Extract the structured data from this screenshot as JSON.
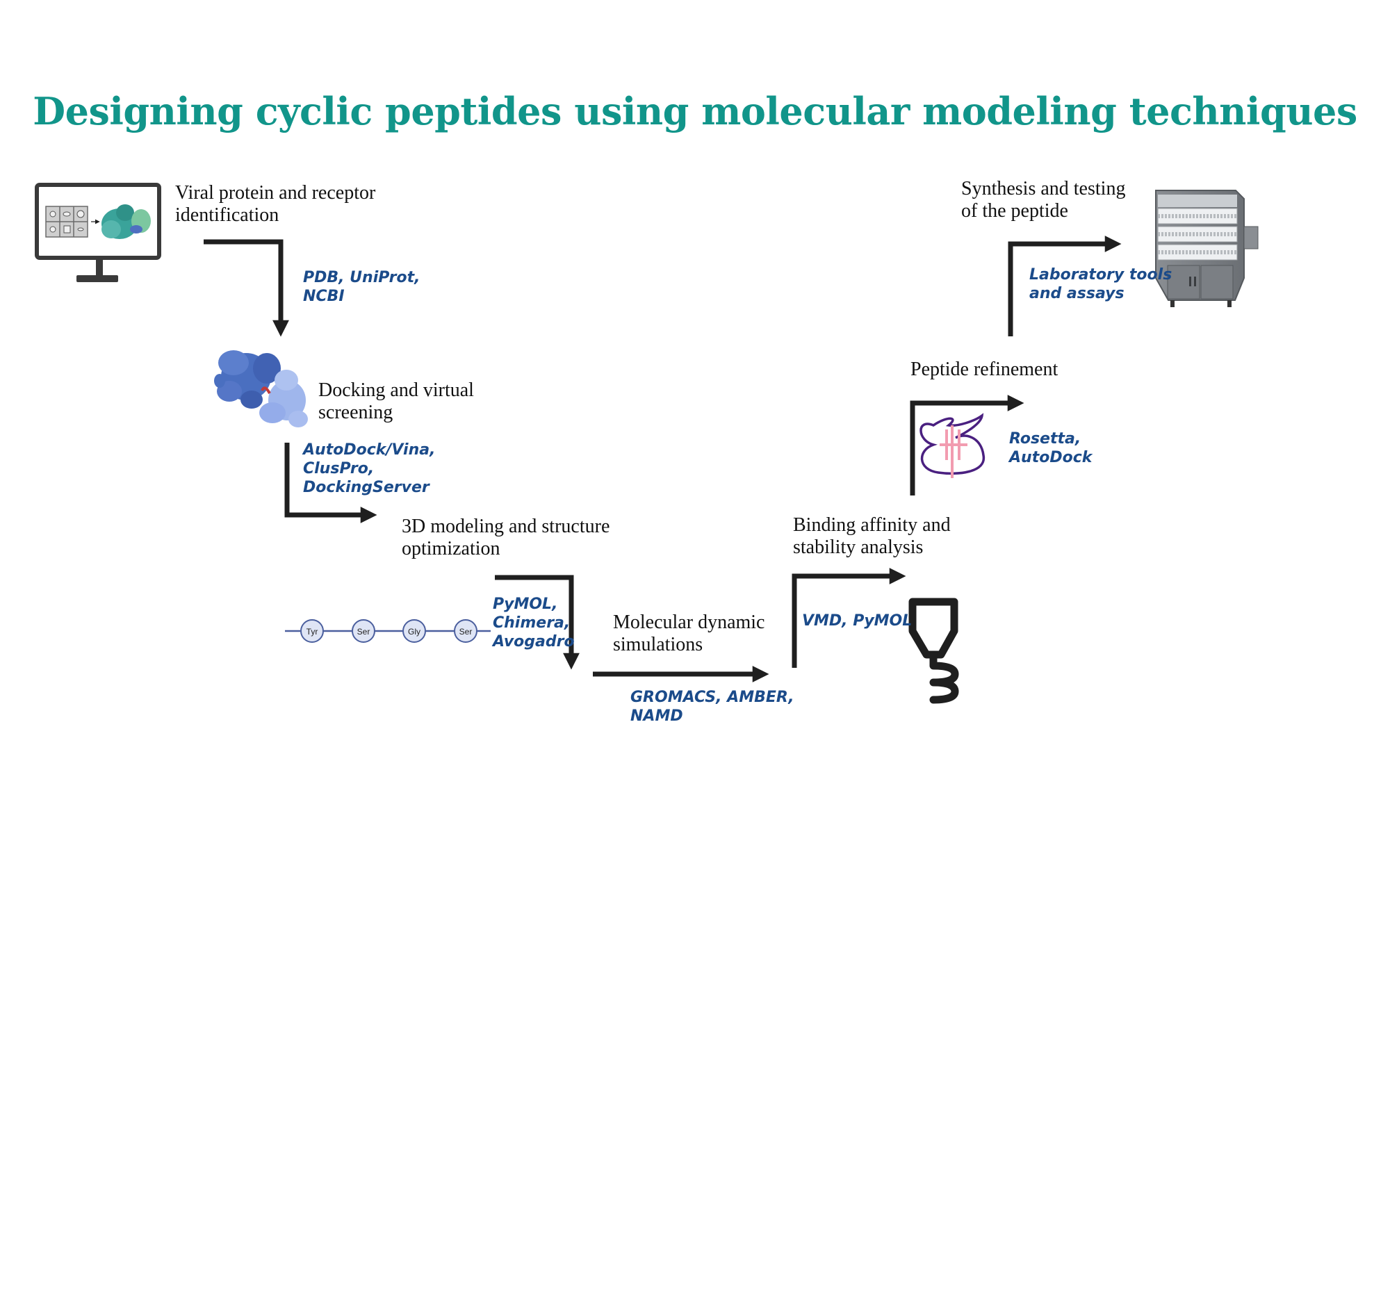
{
  "title": "Designing cyclic peptides using molecular modeling techniques",
  "steps": [
    {
      "id": "viral-protein",
      "lines": [
        "Viral protein and receptor",
        "identification"
      ],
      "tools": [
        "PDB, UniProt,",
        "NCBI"
      ]
    },
    {
      "id": "docking",
      "lines": [
        "Docking and virtual",
        "screening"
      ],
      "tools": [
        "AutoDock/Vina,",
        "ClusPro,",
        "DockingServer"
      ]
    },
    {
      "id": "modeling",
      "lines": [
        "3D modeling and structure",
        "optimization"
      ],
      "tools": [
        "PyMOL,",
        "Chimera,",
        "Avogadro"
      ]
    },
    {
      "id": "dynamics",
      "lines": [
        "Molecular dynamic",
        "simulations"
      ],
      "tools": [
        "GROMACS, AMBER,",
        "NAMD"
      ]
    },
    {
      "id": "binding",
      "lines": [
        "Binding affinity and",
        "stability analysis"
      ],
      "tools": [
        "VMD, PyMOL"
      ]
    },
    {
      "id": "refinement",
      "lines": [
        "Peptide refinement"
      ],
      "tools": [
        "Rosetta,",
        "AutoDock"
      ]
    },
    {
      "id": "synthesis",
      "lines": [
        "Synthesis and testing",
        "of the peptide"
      ],
      "tools": [
        "Laboratory tools",
        "and assays"
      ]
    }
  ],
  "peptide_chain": [
    "Tyr",
    "Ser",
    "Gly",
    "Ser"
  ],
  "colors": {
    "title": "#11958a",
    "tool_text": "#1b4b8a",
    "arrow": "#1f1f1f",
    "protein_dark": "#4a6fc0",
    "protein_light": "#9fb6ec",
    "chain_line": "#4b5f9e",
    "chain_bead": "#dfe5f5",
    "peptide_loop": "#4a2080",
    "peptide_bond": "#f29cb0"
  },
  "icons": [
    "monitor-icon",
    "protein-complex-icon",
    "peptide-chain-icon",
    "cyclic-peptide-icon",
    "binding-symbol-icon",
    "synthesizer-machine-icon"
  ]
}
